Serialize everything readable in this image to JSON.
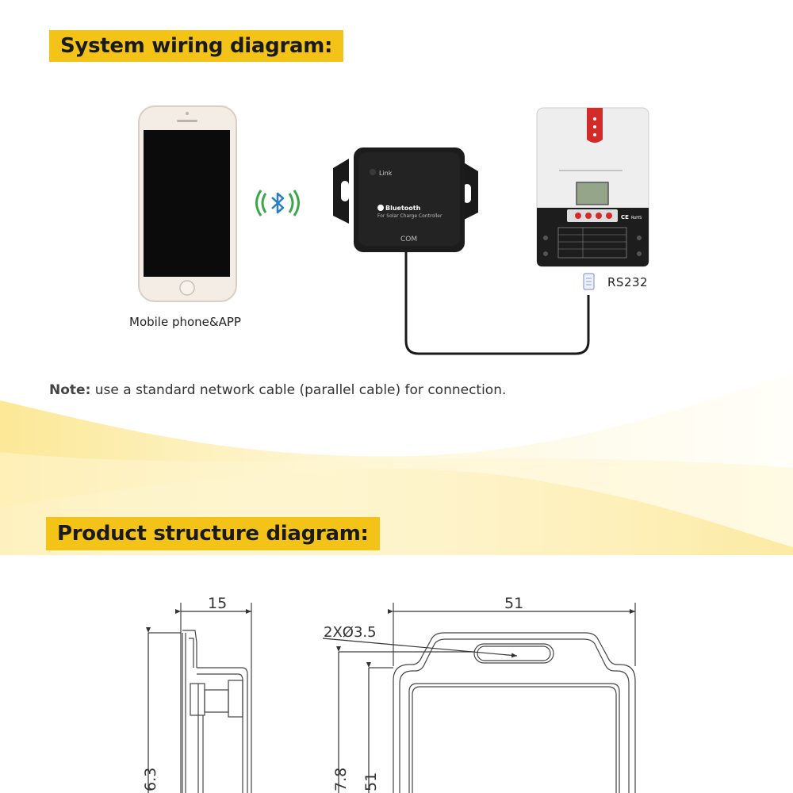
{
  "wiring": {
    "title": "System wiring diagram:",
    "phone_caption": "Mobile phone&APP",
    "module": {
      "link_label": "Link",
      "brand_label": "Bluetooth",
      "subtitle": "For Solar Charge Controller",
      "port_label": "COM"
    },
    "controller": {
      "badge": "RoHS",
      "ce_mark": "CE"
    },
    "port_name": "RS232",
    "note_prefix": "Note:",
    "note_text": " use a standard network cable (parallel cable) for connection."
  },
  "structure": {
    "title": "Product structure diagram:",
    "dim_depth": "15",
    "dim_width": "51",
    "dim_holes": "2XØ3.5",
    "dim_side_height": "6.3",
    "dim_front_height_a": "7.8",
    "dim_front_height_b": "51"
  },
  "colors": {
    "accent_yellow": "#f3c318",
    "bluetooth_green": "#3aa84a",
    "bluetooth_blue": "#2a7fc4",
    "controller_red": "#d32a2a"
  }
}
